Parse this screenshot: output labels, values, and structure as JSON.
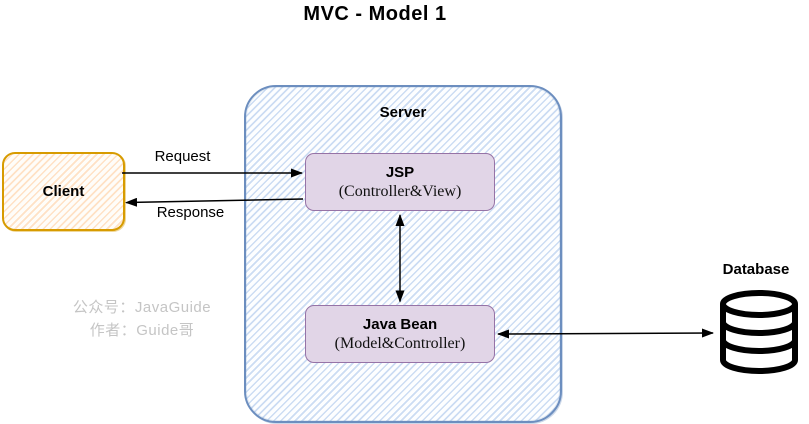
{
  "title": "MVC  - Model 1",
  "nodes": {
    "client": {
      "label": "Client"
    },
    "server": {
      "label": "Server"
    },
    "jsp": {
      "label": "JSP",
      "sublabel": "(Controller&View)"
    },
    "javabean": {
      "label": "Java Bean",
      "sublabel": "(Model&Controller)"
    },
    "database": {
      "label": "Database"
    }
  },
  "edges": {
    "request": {
      "label": "Request",
      "from": "client",
      "to": "jsp",
      "direction": "one-way"
    },
    "response": {
      "label": "Response",
      "from": "jsp",
      "to": "client",
      "direction": "one-way"
    },
    "jsp_javabean": {
      "label": "",
      "from": "jsp",
      "to": "javabean",
      "direction": "two-way"
    },
    "javabean_database": {
      "label": "",
      "from": "javabean",
      "to": "database",
      "direction": "two-way"
    }
  },
  "watermark": {
    "line1": "公众号：JavaGuide",
    "line2": "作者：Guide哥"
  },
  "colors": {
    "server_border": "#6c8ebf",
    "server_hatch": "#cdddf3",
    "client_border": "#d79b00",
    "client_hatch": "#ffd9b8",
    "component_fill": "#e1d5e7",
    "component_border": "#9673a6",
    "arrow": "#000000",
    "watermark_text": "#c5c5c5"
  }
}
